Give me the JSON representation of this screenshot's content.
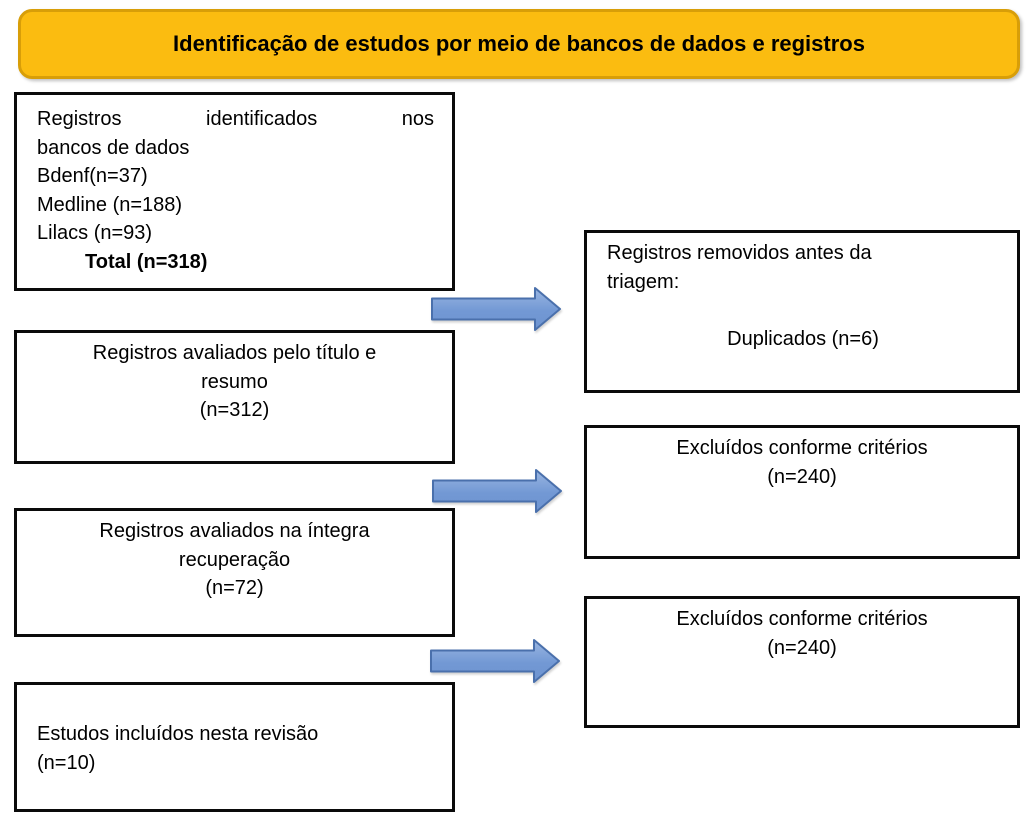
{
  "banner": {
    "title": "Identificação de estudos por meio de bancos de dados e registros",
    "bg_color": "#FBBC10",
    "border_color": "#D89E08"
  },
  "left_boxes": {
    "identified": {
      "justified_line": "Registros identificados nos",
      "line2": "bancos de dados",
      "line3": "Bdenf(n=37)",
      "line4": "Medline (n=188)",
      "line5": "Lilacs (n=93)",
      "total": "Total (n=318)"
    },
    "title_abstract": {
      "line1": "Registros avaliados pelo título e",
      "line2": "resumo",
      "line3": "(n=312)"
    },
    "full_text": {
      "line1": "Registros avaliados na íntegra",
      "line2": "recuperação",
      "line3": "(n=72)"
    },
    "included": {
      "line1": "Estudos incluídos nesta revisão",
      "line2": "(n=10)"
    }
  },
  "right_boxes": {
    "removed_before_screening": {
      "line1": "Registros removidos antes da",
      "line2": "triagem:",
      "centered_line": "Duplicados (n=6)"
    },
    "excluded_criteria_1": {
      "line1": "Excluídos conforme critérios",
      "line2": "(n=240)"
    },
    "excluded_criteria_2": {
      "line1": "Excluídos conforme critérios",
      "line2": "(n=240)"
    }
  },
  "arrow_style": {
    "fill_top": "#9AB6E1",
    "fill_bottom": "#6E94D0",
    "stroke": "#4A70AC"
  }
}
